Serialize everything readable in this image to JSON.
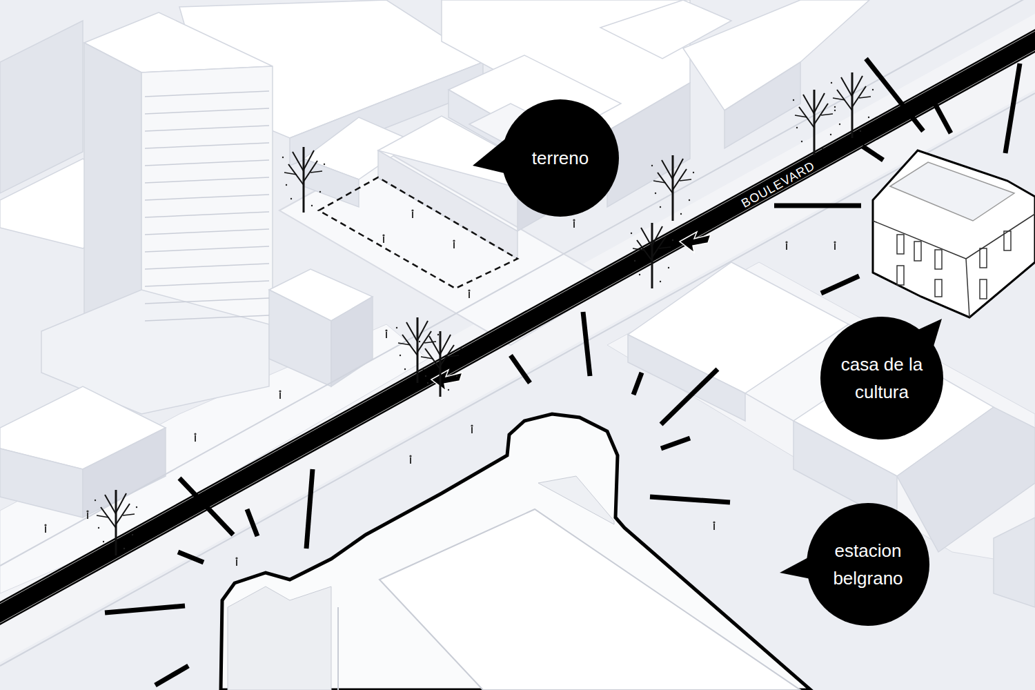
{
  "diagram": {
    "nodes": [
      {
        "text": [
          "terreno"
        ]
      },
      {
        "text": [
          "casa de la cultura"
        ]
      },
      {
        "text": [
          "estacion belgrano"
        ]
      }
    ],
    "labels": [
      "BOULEVARD"
    ]
  }
}
